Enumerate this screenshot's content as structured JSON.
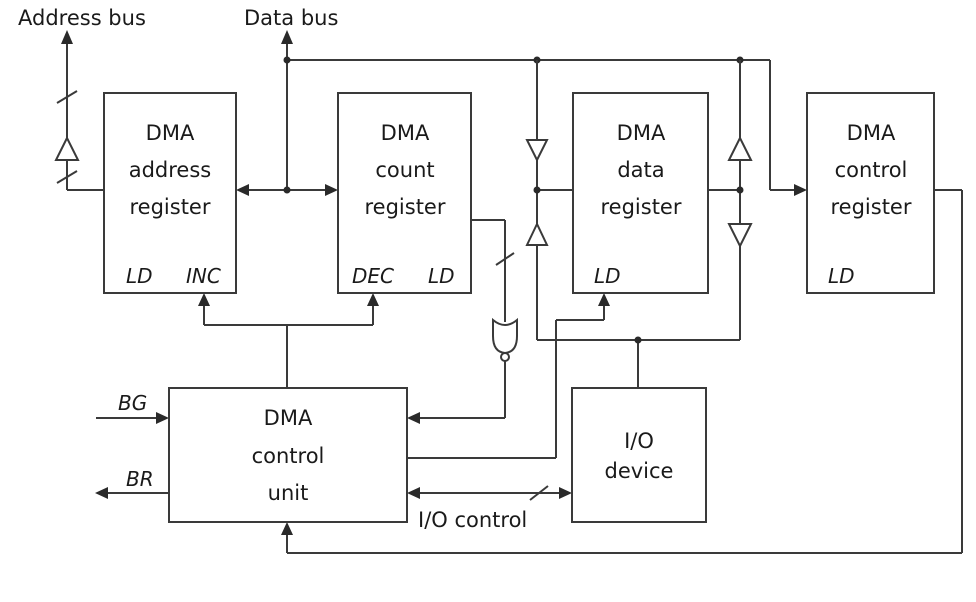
{
  "labels": {
    "address_bus": "Address bus",
    "data_bus": "Data bus",
    "io_control": "I/O control",
    "bg": "BG",
    "br": "BR"
  },
  "blocks": {
    "address_register": {
      "lines": [
        "DMA",
        "address",
        "register"
      ],
      "ld": "LD",
      "inc": "INC"
    },
    "count_register": {
      "lines": [
        "DMA",
        "count",
        "register"
      ],
      "dec": "DEC",
      "ld": "LD"
    },
    "data_register": {
      "lines": [
        "DMA",
        "data",
        "register"
      ],
      "ld": "LD"
    },
    "control_register": {
      "lines": [
        "DMA",
        "control",
        "register"
      ],
      "ld": "LD"
    },
    "control_unit": {
      "lines": [
        "DMA",
        "control",
        "unit"
      ]
    },
    "io_device": {
      "lines": [
        "I/O",
        "device"
      ]
    }
  }
}
